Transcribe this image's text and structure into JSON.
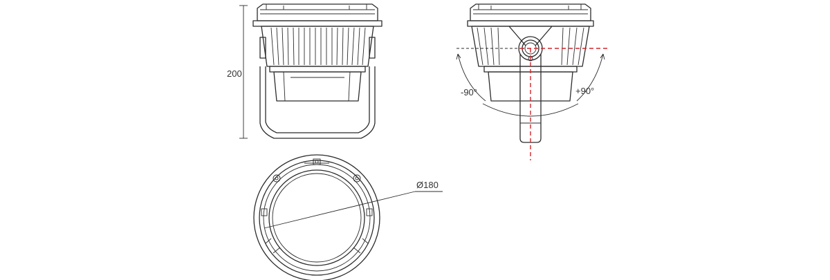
{
  "dimensions": {
    "height_label": "200",
    "diameter_label": "Ø180",
    "tilt_negative_label": "-90°",
    "tilt_positive_label": "+90°"
  },
  "colors": {
    "line": "#2b2b2b",
    "axis_red": "#d1262b",
    "background": "#ffffff"
  }
}
